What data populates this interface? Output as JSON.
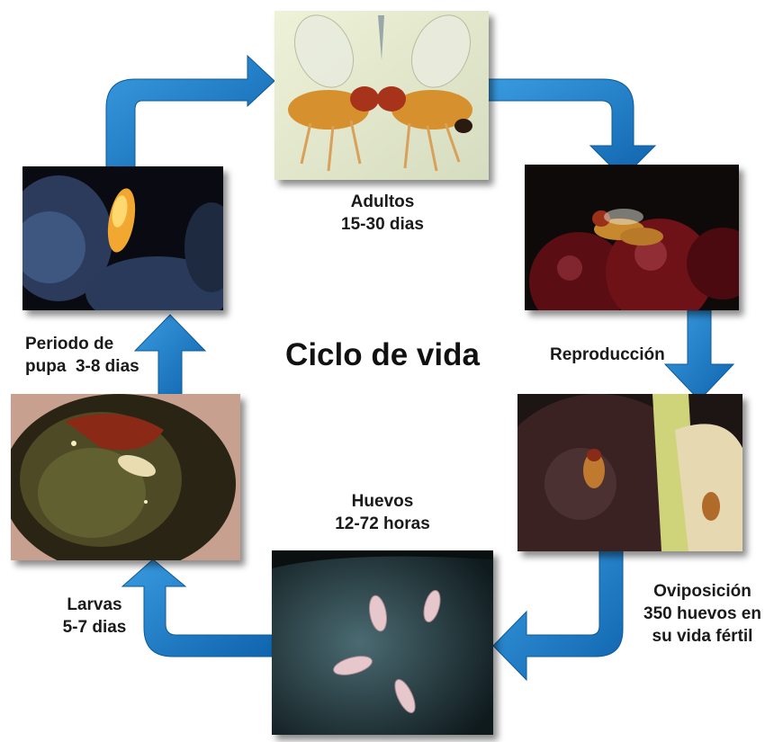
{
  "title": "Ciclo de vida",
  "stages": {
    "adultos": {
      "name": "Adultos",
      "duration": "15-30 dias",
      "image": "adult-flies-photo"
    },
    "reproduccion": {
      "name": "Reproducción",
      "image": "mating-flies-on-cherries-photo"
    },
    "oviposicion": {
      "name": "Oviposición",
      "line2": "350 huevos en",
      "line3": "su vida fértil",
      "image": "fly-on-fruit-photo"
    },
    "huevos": {
      "name": "Huevos",
      "duration": "12-72 horas",
      "image": "eggs-photo"
    },
    "larvas": {
      "name": "Larvas",
      "duration": "5-7 dias",
      "image": "larva-in-fruit-photo"
    },
    "pupa": {
      "line1": "Periodo de",
      "line2": "pupa  3-8 dias",
      "image": "pupa-on-fruit-photo"
    }
  },
  "colors": {
    "arrow": "#1a7bc4",
    "arrow_edge": "#0d5a99",
    "text": "#1a1a1a"
  }
}
